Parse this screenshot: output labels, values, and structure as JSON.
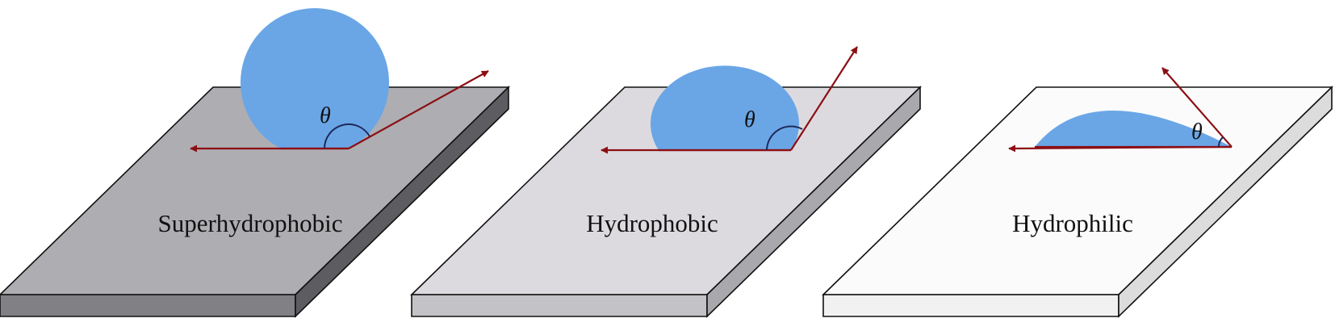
{
  "colors": {
    "droplet": "#6aa6e6",
    "arrow": "#8b0f14",
    "outline": "#111111",
    "angle_arc": "#1e2a5a",
    "background": "#ffffff"
  },
  "panels": [
    {
      "label": "Superhydrophobic",
      "theta_symbol": "θ",
      "wettability": "superhydrophobic",
      "surface_colors": {
        "top": "#aeadb2",
        "front": "#818085",
        "side": "#5d5c61"
      }
    },
    {
      "label": "Hydrophobic",
      "theta_symbol": "θ",
      "wettability": "hydrophobic",
      "surface_colors": {
        "top": "#dddadf",
        "front": "#c3c2c6",
        "side": "#a9a8ac"
      }
    },
    {
      "label": "Hydrophilic",
      "theta_symbol": "θ",
      "wettability": "hydrophilic",
      "surface_colors": {
        "top": "#fbfbfb",
        "front": "#f1f1f1",
        "side": "#dcdcdc"
      }
    }
  ]
}
